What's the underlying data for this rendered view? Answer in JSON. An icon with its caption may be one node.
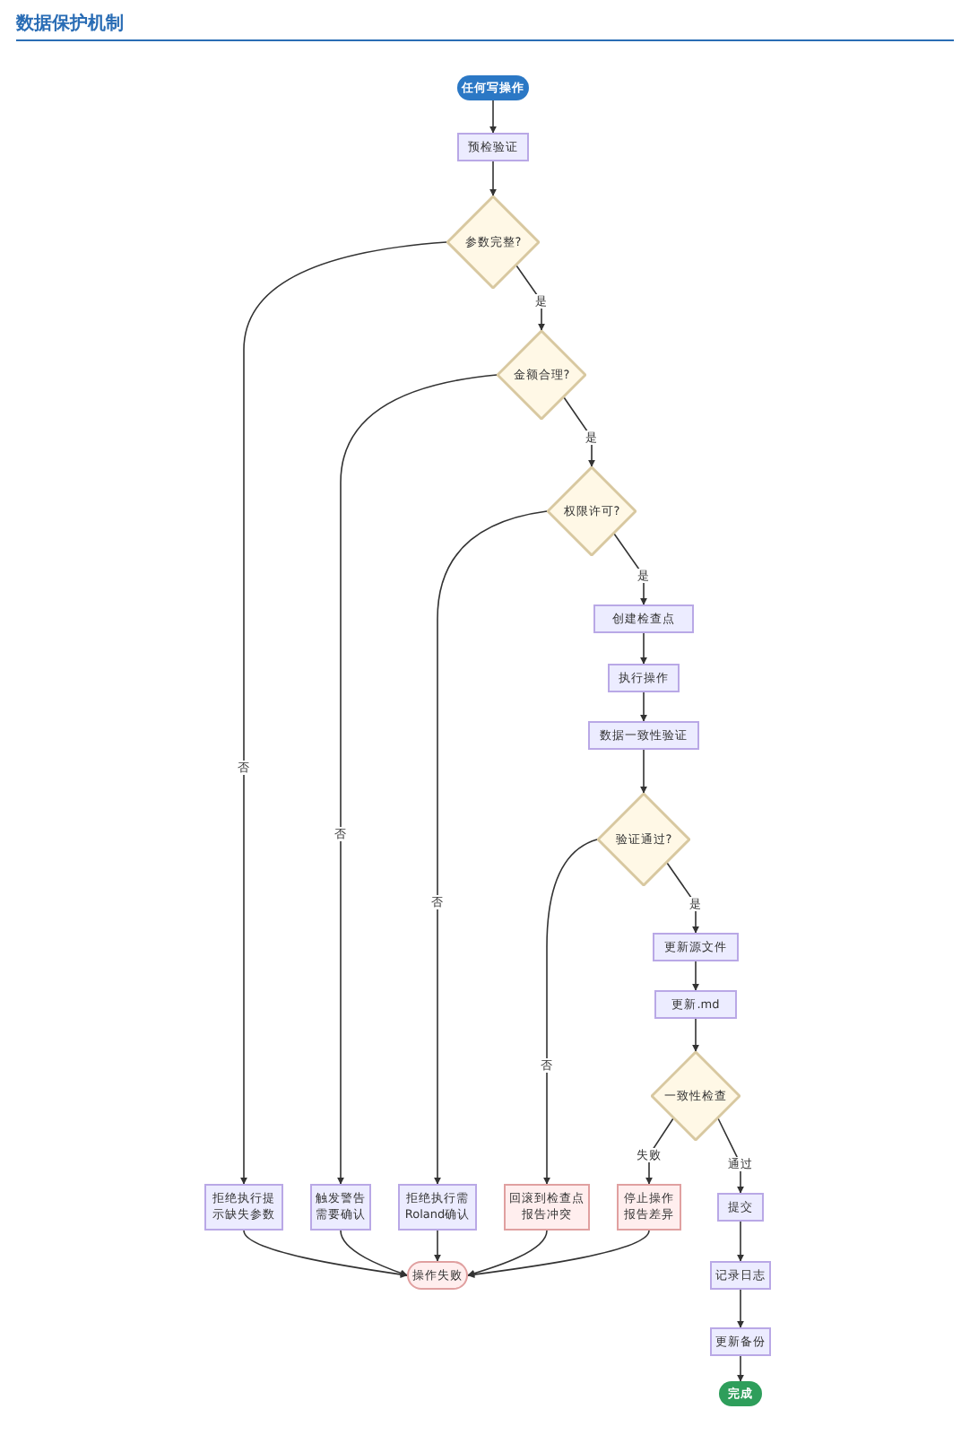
{
  "diagram": {
    "title": "数据保护机制",
    "nodes": [
      {
        "text": [
          "任何写操作"
        ]
      },
      {
        "text": [
          "预检验证"
        ]
      },
      {
        "text": [
          "参数完整?"
        ]
      },
      {
        "text": [
          "金额合理?"
        ]
      },
      {
        "text": [
          "权限许可?"
        ]
      },
      {
        "text": [
          "创建检查点"
        ]
      },
      {
        "text": [
          "执行操作"
        ]
      },
      {
        "text": [
          "数据一致性验证"
        ]
      },
      {
        "text": [
          "验证通过?"
        ]
      },
      {
        "text": [
          "更新源文件"
        ]
      },
      {
        "text": [
          "更新.md"
        ]
      },
      {
        "text": [
          "一致性检查"
        ]
      },
      {
        "text": [
          "拒绝执行提示缺失参数"
        ]
      },
      {
        "text": [
          "触发警告需要确认"
        ]
      },
      {
        "text": [
          "拒绝执行需Roland确认"
        ]
      },
      {
        "text": [
          "回滚到检查点报告冲突"
        ]
      },
      {
        "text": [
          "停止操作报告差异"
        ]
      },
      {
        "text": [
          "操作失败"
        ]
      },
      {
        "text": [
          "提交"
        ]
      },
      {
        "text": [
          "记录日志"
        ]
      },
      {
        "text": [
          "更新备份"
        ]
      },
      {
        "text": [
          "完成"
        ]
      }
    ],
    "edges": [
      {
        "from": 0,
        "to": 1,
        "arrow": "to"
      },
      {
        "from": 1,
        "to": 2,
        "arrow": "to"
      },
      {
        "from": 2,
        "to": 3,
        "label": "是",
        "arrow": "to"
      },
      {
        "from": 2,
        "to": 12,
        "label": "否",
        "arrow": "to"
      },
      {
        "from": 3,
        "to": 4,
        "label": "是",
        "arrow": "to"
      },
      {
        "from": 3,
        "to": 13,
        "label": "否",
        "arrow": "to"
      },
      {
        "from": 4,
        "to": 5,
        "label": "是",
        "arrow": "to"
      },
      {
        "from": 4,
        "to": 14,
        "label": "否",
        "arrow": "to"
      },
      {
        "from": 5,
        "to": 6,
        "arrow": "to"
      },
      {
        "from": 6,
        "to": 7,
        "arrow": "to"
      },
      {
        "from": 7,
        "to": 8,
        "arrow": "to"
      },
      {
        "from": 8,
        "to": 9,
        "label": "是",
        "arrow": "to"
      },
      {
        "from": 8,
        "to": 15,
        "label": "否",
        "arrow": "to"
      },
      {
        "from": 9,
        "to": 10,
        "arrow": "to"
      },
      {
        "from": 10,
        "to": 11,
        "arrow": "to"
      },
      {
        "from": 11,
        "to": 16,
        "label": "失败",
        "arrow": "to"
      },
      {
        "from": 11,
        "to": 18,
        "label": "通过",
        "arrow": "to"
      },
      {
        "from": 12,
        "to": 17,
        "arrow": "to"
      },
      {
        "from": 13,
        "to": 17,
        "arrow": "to"
      },
      {
        "from": 14,
        "to": 17,
        "arrow": "to"
      },
      {
        "from": 15,
        "to": 17,
        "arrow": "to"
      },
      {
        "from": 16,
        "to": 17,
        "arrow": "to"
      },
      {
        "from": 18,
        "to": 19,
        "arrow": "to"
      },
      {
        "from": 19,
        "to": 20,
        "arrow": "to"
      },
      {
        "from": 20,
        "to": 21,
        "arrow": "to"
      }
    ]
  }
}
